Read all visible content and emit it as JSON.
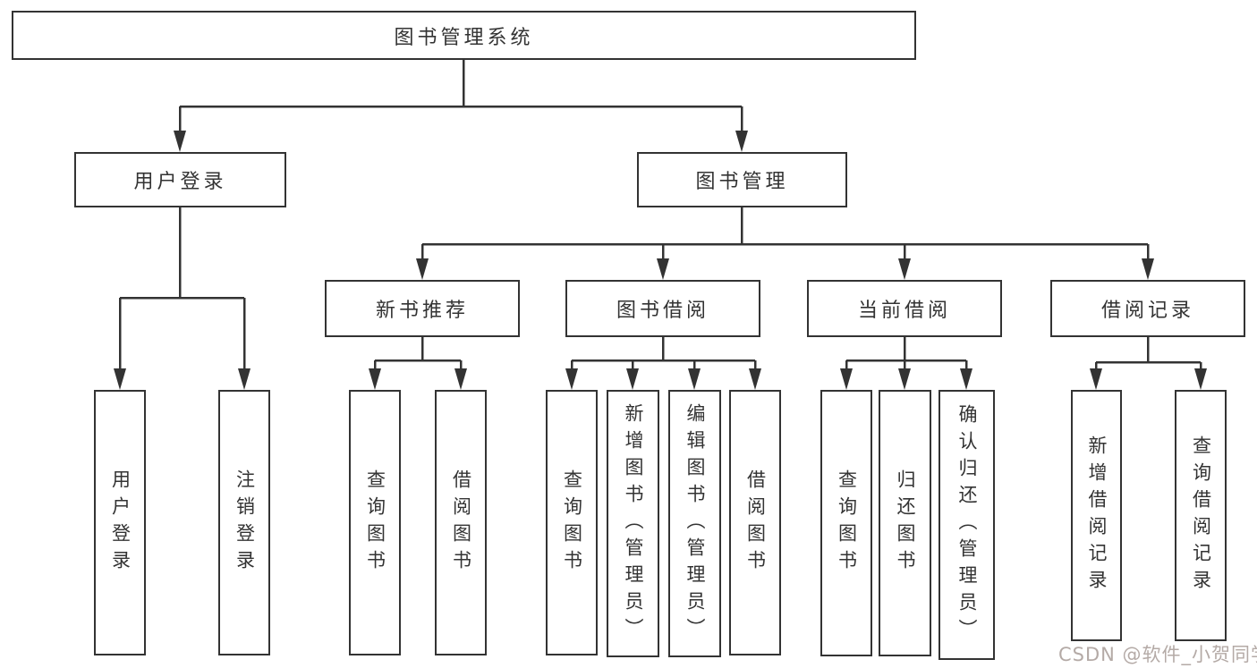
{
  "diagram_title": "图书管理系统",
  "hierarchy": {
    "root": {
      "label": "图书管理系统"
    },
    "children": [
      {
        "label": "用户登录",
        "children": [
          {
            "label": "用户登录"
          },
          {
            "label": "注销登录"
          }
        ]
      },
      {
        "label": "图书管理",
        "children": [
          {
            "label": "新书推荐",
            "children": [
              {
                "label": "查询图书"
              },
              {
                "label": "借阅图书"
              }
            ]
          },
          {
            "label": "图书借阅",
            "children": [
              {
                "label": "查询图书"
              },
              {
                "label": "新增图书（管理员）"
              },
              {
                "label": "编辑图书（管理员）"
              },
              {
                "label": "借阅图书"
              }
            ]
          },
          {
            "label": "当前借阅",
            "children": [
              {
                "label": "查询图书"
              },
              {
                "label": "归还图书"
              },
              {
                "label": "确认归还（管理员）"
              }
            ]
          },
          {
            "label": "借阅记录",
            "children": [
              {
                "label": "新增借阅记录"
              },
              {
                "label": "查询借阅记录"
              }
            ]
          }
        ]
      }
    ]
  },
  "watermark": {
    "text": "CSDN @软件_小贺同学"
  },
  "colors": {
    "line": "#333333",
    "text": "#333333",
    "box_background": "#ffffff",
    "page_background": "#ffffff",
    "watermark": "#b4aaa6"
  }
}
